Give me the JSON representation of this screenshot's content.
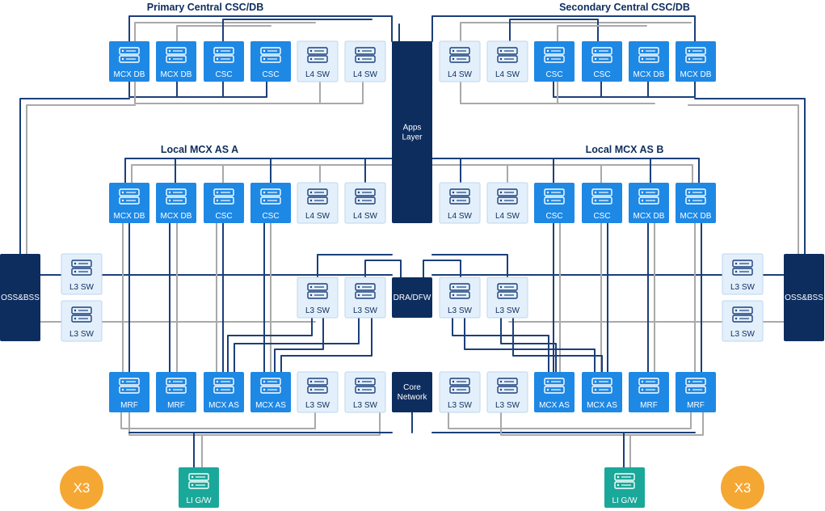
{
  "colors": {
    "server_blue": "#1e88e5",
    "server_light": "#e3f0fb",
    "navy": "#0d2d5e",
    "teal": "#1aa89a",
    "orange": "#f5a733",
    "line_navy": "#1c3f7a",
    "line_gray": "#a9a9a9"
  },
  "sections": {
    "primary": "Primary Central CSC/DB",
    "secondary": "Secondary Central CSC/DB",
    "local_a": "Local MCX AS A",
    "local_b": "Local MCX AS B"
  },
  "labels": {
    "mcx_db": "MCX DB",
    "csc": "CSC",
    "l4_sw": "L4 SW",
    "l3_sw": "L3 SW",
    "mrf": "MRF",
    "mcx_as": "MCX AS",
    "li_gw": "LI G/W",
    "apps_layer": "Apps\nLayer",
    "dra_dfw": "DRA/DFW",
    "core_network": "Core\nNetwork",
    "oss_bss": "OSS&BSS",
    "x3": "X3"
  },
  "nodes": [
    {
      "id": "p-db1",
      "kind": "blue",
      "label": "mcx_db"
    },
    {
      "id": "p-db2",
      "kind": "blue",
      "label": "mcx_db"
    },
    {
      "id": "p-csc1",
      "kind": "blue",
      "label": "csc"
    },
    {
      "id": "p-csc2",
      "kind": "blue",
      "label": "csc"
    },
    {
      "id": "p-l4a",
      "kind": "light",
      "label": "l4_sw"
    },
    {
      "id": "p-l4b",
      "kind": "light",
      "label": "l4_sw"
    },
    {
      "id": "s-l4a",
      "kind": "light",
      "label": "l4_sw"
    },
    {
      "id": "s-l4b",
      "kind": "light",
      "label": "l4_sw"
    },
    {
      "id": "s-csc1",
      "kind": "blue",
      "label": "csc"
    },
    {
      "id": "s-csc2",
      "kind": "blue",
      "label": "csc"
    },
    {
      "id": "s-db1",
      "kind": "blue",
      "label": "mcx_db"
    },
    {
      "id": "s-db2",
      "kind": "blue",
      "label": "mcx_db"
    },
    {
      "id": "a-db1",
      "kind": "blue",
      "label": "mcx_db"
    },
    {
      "id": "a-db2",
      "kind": "blue",
      "label": "mcx_db"
    },
    {
      "id": "a-csc1",
      "kind": "blue",
      "label": "csc"
    },
    {
      "id": "a-csc2",
      "kind": "blue",
      "label": "csc"
    },
    {
      "id": "a-l4a",
      "kind": "light",
      "label": "l4_sw"
    },
    {
      "id": "a-l4b",
      "kind": "light",
      "label": "l4_sw"
    },
    {
      "id": "b-l4a",
      "kind": "light",
      "label": "l4_sw"
    },
    {
      "id": "b-l4b",
      "kind": "light",
      "label": "l4_sw"
    },
    {
      "id": "b-csc1",
      "kind": "blue",
      "label": "csc"
    },
    {
      "id": "b-csc2",
      "kind": "blue",
      "label": "csc"
    },
    {
      "id": "b-db1",
      "kind": "blue",
      "label": "mcx_db"
    },
    {
      "id": "b-db2",
      "kind": "blue",
      "label": "mcx_db"
    },
    {
      "id": "l3-left1",
      "kind": "light",
      "label": "l3_sw"
    },
    {
      "id": "l3-left2",
      "kind": "light",
      "label": "l3_sw"
    },
    {
      "id": "l3-right1",
      "kind": "light",
      "label": "l3_sw"
    },
    {
      "id": "l3-right2",
      "kind": "light",
      "label": "l3_sw"
    },
    {
      "id": "l3-ca",
      "kind": "light",
      "label": "l3_sw"
    },
    {
      "id": "l3-cb",
      "kind": "light",
      "label": "l3_sw"
    },
    {
      "id": "l3-cc",
      "kind": "light",
      "label": "l3_sw"
    },
    {
      "id": "l3-cd",
      "kind": "light",
      "label": "l3_sw"
    },
    {
      "id": "a-mrf1",
      "kind": "blue",
      "label": "mrf"
    },
    {
      "id": "a-mrf2",
      "kind": "blue",
      "label": "mrf"
    },
    {
      "id": "a-as1",
      "kind": "blue",
      "label": "mcx_as"
    },
    {
      "id": "a-as2",
      "kind": "blue",
      "label": "mcx_as"
    },
    {
      "id": "a-l3a",
      "kind": "light",
      "label": "l3_sw"
    },
    {
      "id": "a-l3b",
      "kind": "light",
      "label": "l3_sw"
    },
    {
      "id": "b-l3a",
      "kind": "light",
      "label": "l3_sw"
    },
    {
      "id": "b-l3b",
      "kind": "light",
      "label": "l3_sw"
    },
    {
      "id": "b-as1",
      "kind": "blue",
      "label": "mcx_as"
    },
    {
      "id": "b-as2",
      "kind": "blue",
      "label": "mcx_as"
    },
    {
      "id": "b-mrf1",
      "kind": "blue",
      "label": "mrf"
    },
    {
      "id": "b-mrf2",
      "kind": "blue",
      "label": "mrf"
    },
    {
      "id": "li-left",
      "kind": "teal",
      "label": "li_gw"
    },
    {
      "id": "li-right",
      "kind": "teal",
      "label": "li_gw"
    }
  ],
  "blocks": [
    {
      "id": "apps",
      "label": "apps_layer"
    },
    {
      "id": "dra",
      "label": "dra_dfw"
    },
    {
      "id": "core",
      "label": "core_network"
    },
    {
      "id": "oss-left",
      "label": "oss_bss"
    },
    {
      "id": "oss-right",
      "label": "oss_bss"
    }
  ]
}
